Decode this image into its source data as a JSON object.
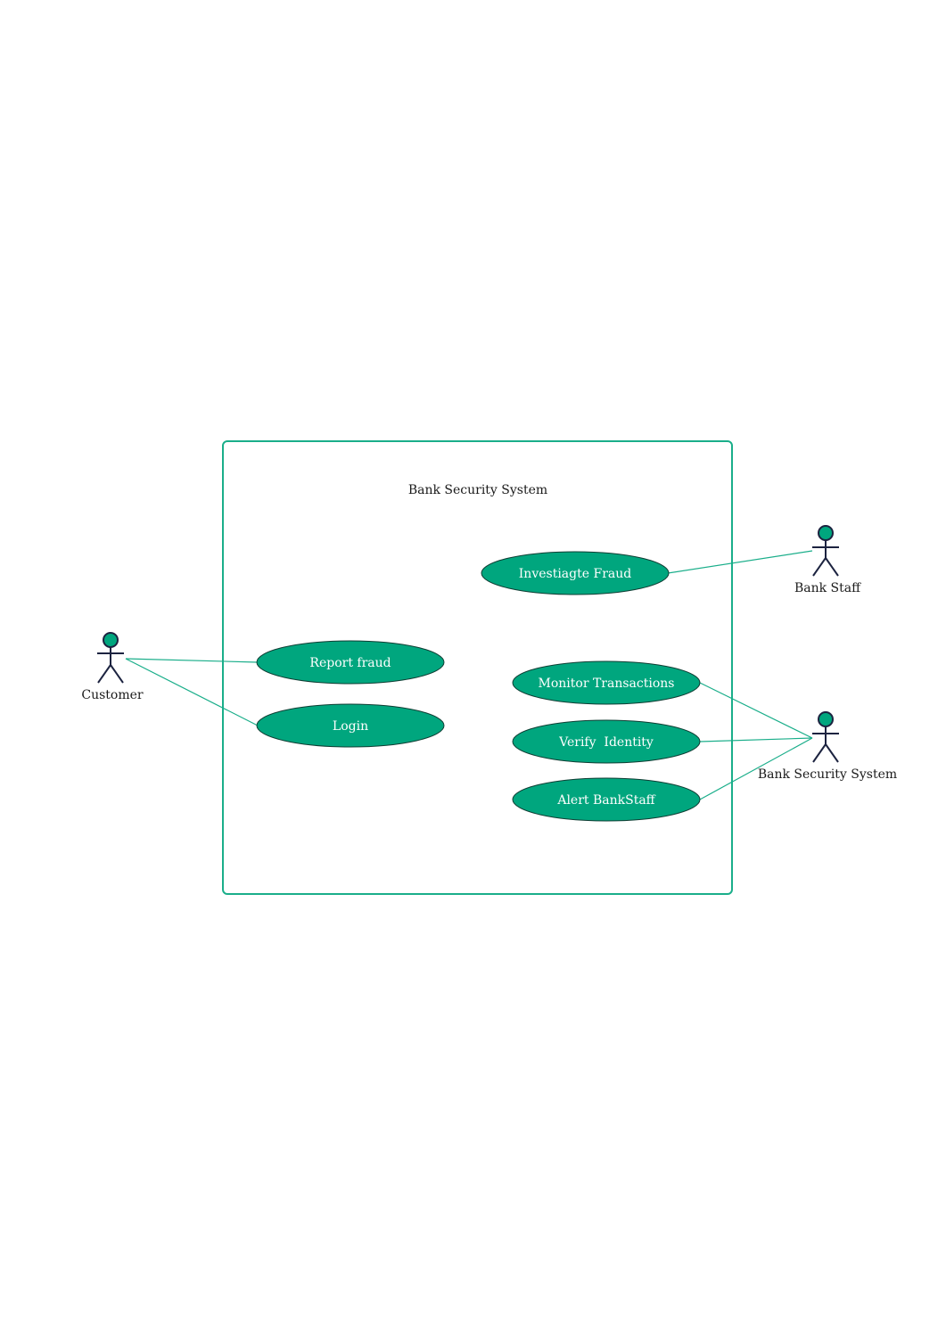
{
  "system": {
    "title": "Bank Security System"
  },
  "colors": {
    "accent": "#00a67e",
    "usecase_fill": "#00a67e",
    "usecase_stroke": "#0f3d33",
    "actor_head_fill": "#00a67e",
    "actor_stroke": "#1c2340",
    "line": "#1aae8a",
    "text": "#1a1a1a",
    "usecase_text": "#ffffff"
  },
  "actors": [
    {
      "id": "customer",
      "label": "Customer"
    },
    {
      "id": "bank-staff",
      "label": "Bank Staff"
    },
    {
      "id": "bank-security-system",
      "label": "Bank Security System"
    }
  ],
  "use_cases": [
    {
      "id": "investigate-fraud",
      "label": "Investiagte Fraud"
    },
    {
      "id": "report-fraud",
      "label": "Report fraud"
    },
    {
      "id": "login",
      "label": "Login"
    },
    {
      "id": "monitor-transactions",
      "label": "Monitor Transactions"
    },
    {
      "id": "verify-identity",
      "label": "Verify  Identity"
    },
    {
      "id": "alert-bankstaff",
      "label": "Alert BankStaff"
    }
  ],
  "associations": [
    {
      "from": "customer",
      "to": "report-fraud"
    },
    {
      "from": "customer",
      "to": "login"
    },
    {
      "from": "bank-staff",
      "to": "investigate-fraud"
    },
    {
      "from": "bank-security-system",
      "to": "monitor-transactions"
    },
    {
      "from": "bank-security-system",
      "to": "verify-identity"
    },
    {
      "from": "bank-security-system",
      "to": "alert-bankstaff"
    }
  ]
}
